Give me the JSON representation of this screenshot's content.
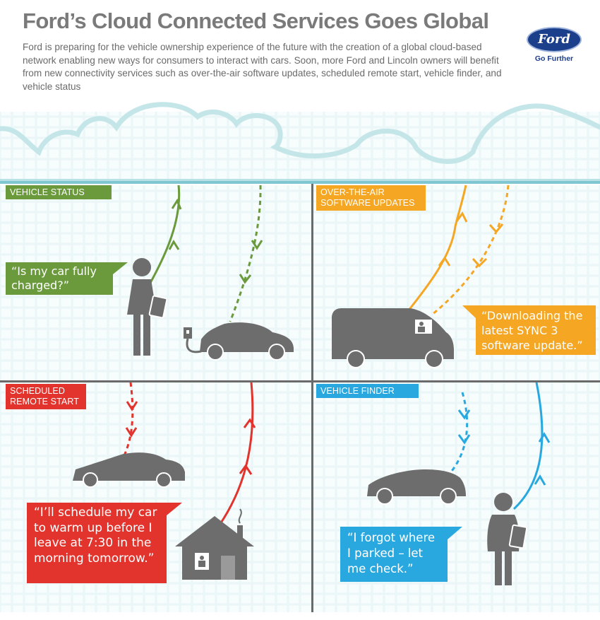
{
  "header": {
    "title": "Ford’s Cloud Connected Services Goes Global",
    "intro": "Ford is preparing for the vehicle ownership experience of the future with the creation of a global cloud-based network enabling new ways for consumers to interact with cars. Soon, more Ford and Lincoln owners will benefit from new connectivity services such as over-the-air software updates, scheduled remote start, vehicle finder, and vehicle status"
  },
  "logo": {
    "wordmark": "Ford",
    "tagline": "Go Further"
  },
  "colors": {
    "green": "#6a9a3c",
    "orange": "#f5a623",
    "red": "#e2332c",
    "blue": "#29a8e0",
    "gray": "#6d6d6d",
    "cloud": "#c8e8ea",
    "navy": "#1b3f8b"
  },
  "panels": {
    "vehicle_status": {
      "label": "VEHICLE STATUS",
      "quote": "“Is my car fully charged?”"
    },
    "ota": {
      "label": "OVER-THE-AIR SOFTWARE UPDATES",
      "quote": "“Downloading the latest SYNC 3 software update.”"
    },
    "remote_start": {
      "label": "SCHEDULED REMOTE START",
      "quote": "“I’ll schedule my car to warm up before I leave at 7:30 in the morning tomorrow.”"
    },
    "vehicle_finder": {
      "label": "VEHICLE FINDER",
      "quote": "“I forgot where I parked – let me check.”"
    }
  },
  "icons": [
    "ford-oval-logo",
    "person-icon",
    "tablet-icon",
    "car-icon",
    "charger-icon",
    "van-icon",
    "house-icon",
    "chimney-smoke-icon",
    "cloud-icon"
  ]
}
